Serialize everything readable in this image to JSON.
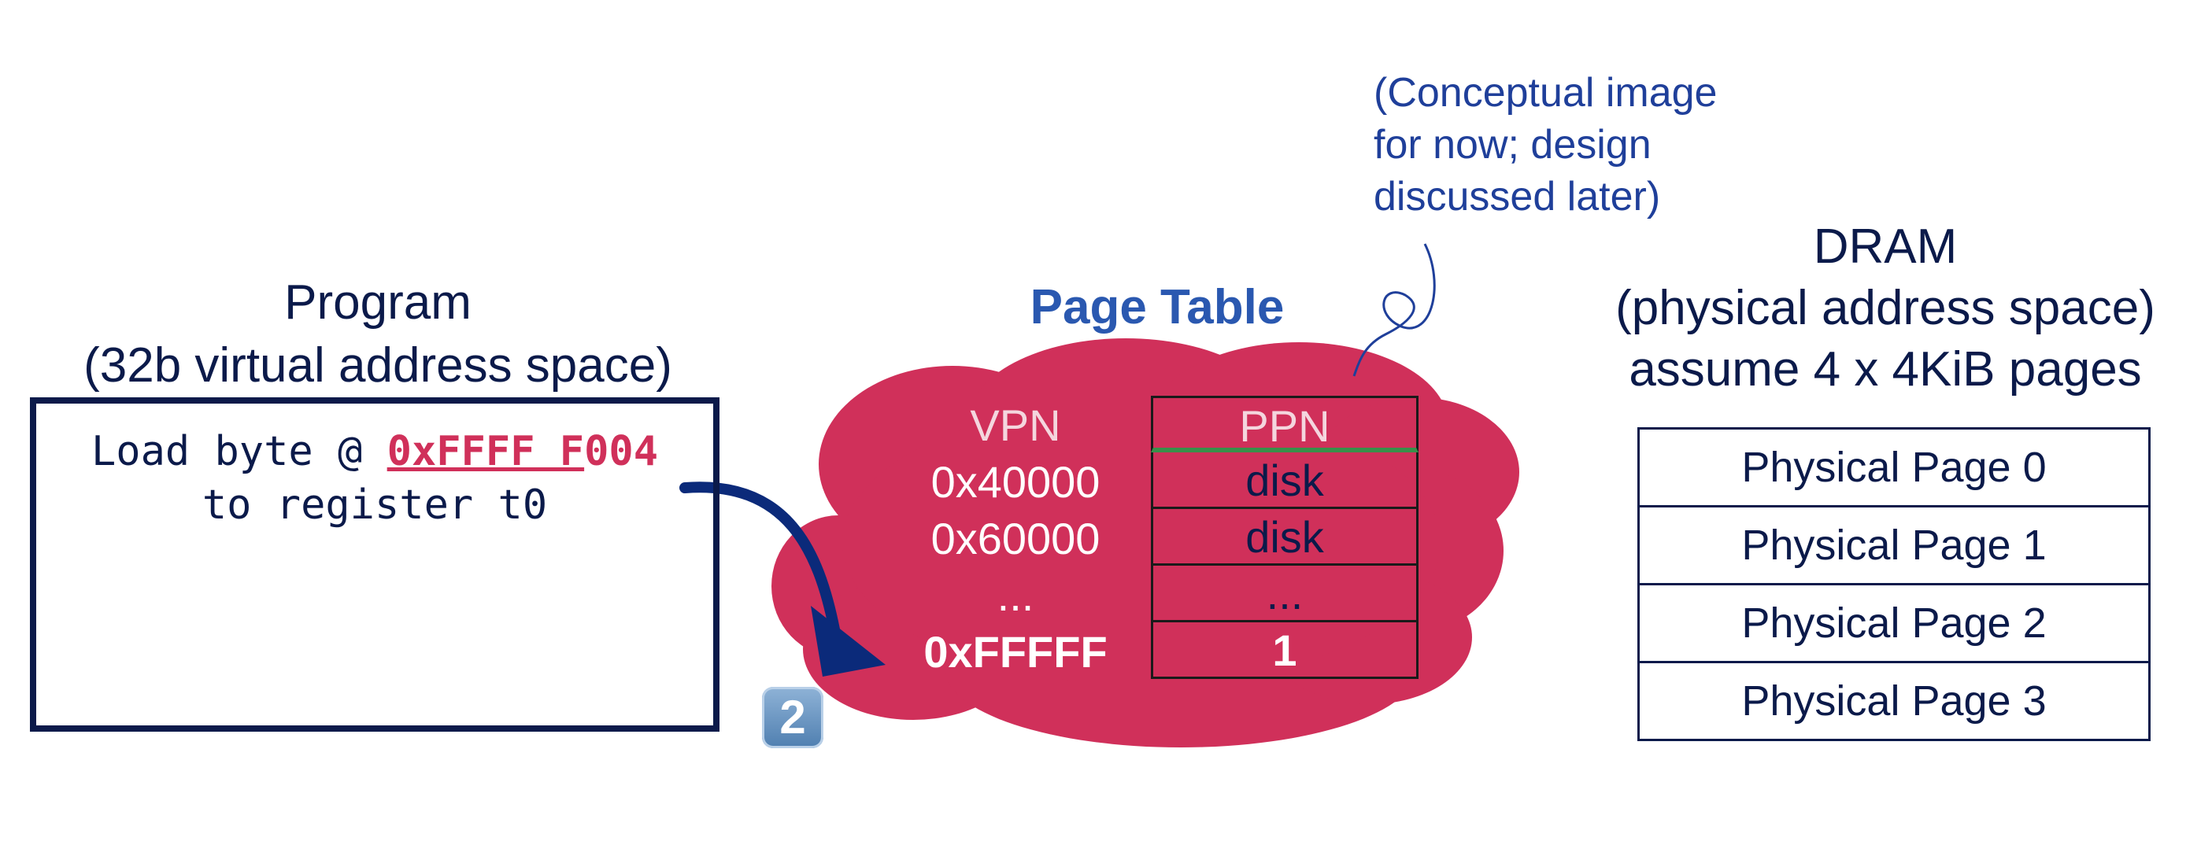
{
  "program": {
    "title_line1": "Program",
    "title_line2": "(32b virtual address space)",
    "code_prefix": "Load byte @ ",
    "code_addr_underlined": "0xFFFF F",
    "code_addr_rest": "004",
    "code_line2": "to register t0"
  },
  "step_badge": "2",
  "page_table": {
    "title": "Page Table",
    "vpn_header": "VPN",
    "ppn_header": "PPN",
    "rows": [
      {
        "vpn": "0x40000",
        "ppn": "disk"
      },
      {
        "vpn": "0x60000",
        "ppn": "disk"
      },
      {
        "vpn": "...",
        "ppn": "..."
      },
      {
        "vpn": "0xFFFFF",
        "ppn": "1"
      }
    ]
  },
  "note": {
    "line1": "(Conceptual image",
    "line2": "for now; design",
    "line3": "discussed later)"
  },
  "dram": {
    "title_line1": "DRAM",
    "title_line2": "(physical address space)",
    "title_line3": "assume 4 x 4KiB pages",
    "pages": [
      "Physical Page 0",
      "Physical Page 1",
      "Physical Page 2",
      "Physical Page 3"
    ]
  },
  "colors": {
    "navy": "#0b1a4a",
    "cloud": "#d0305a",
    "accent_blue": "#2a58b0",
    "divider_green": "#3a8f4a"
  }
}
